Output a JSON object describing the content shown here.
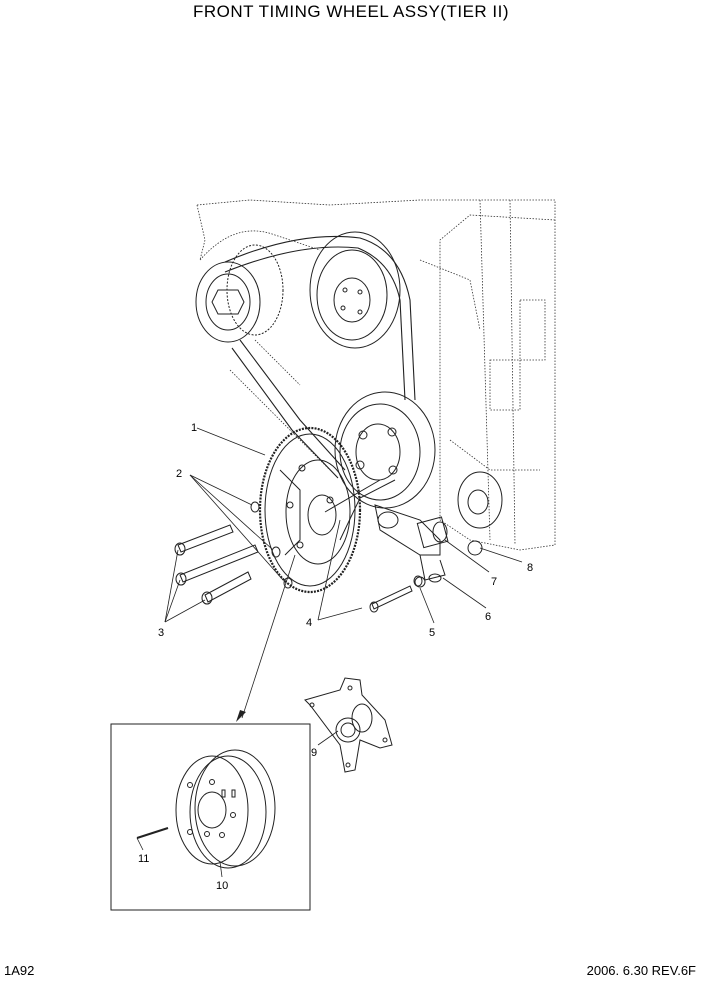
{
  "header": {
    "title": "FRONT TIMING WHEEL ASSY(TIER II)"
  },
  "footer": {
    "page_code": "1A92",
    "date_rev": "2006. 6.30  REV.6F"
  },
  "callouts": [
    "1",
    "2",
    "3",
    "4",
    "5",
    "6",
    "7",
    "8",
    "9",
    "10",
    "11"
  ]
}
